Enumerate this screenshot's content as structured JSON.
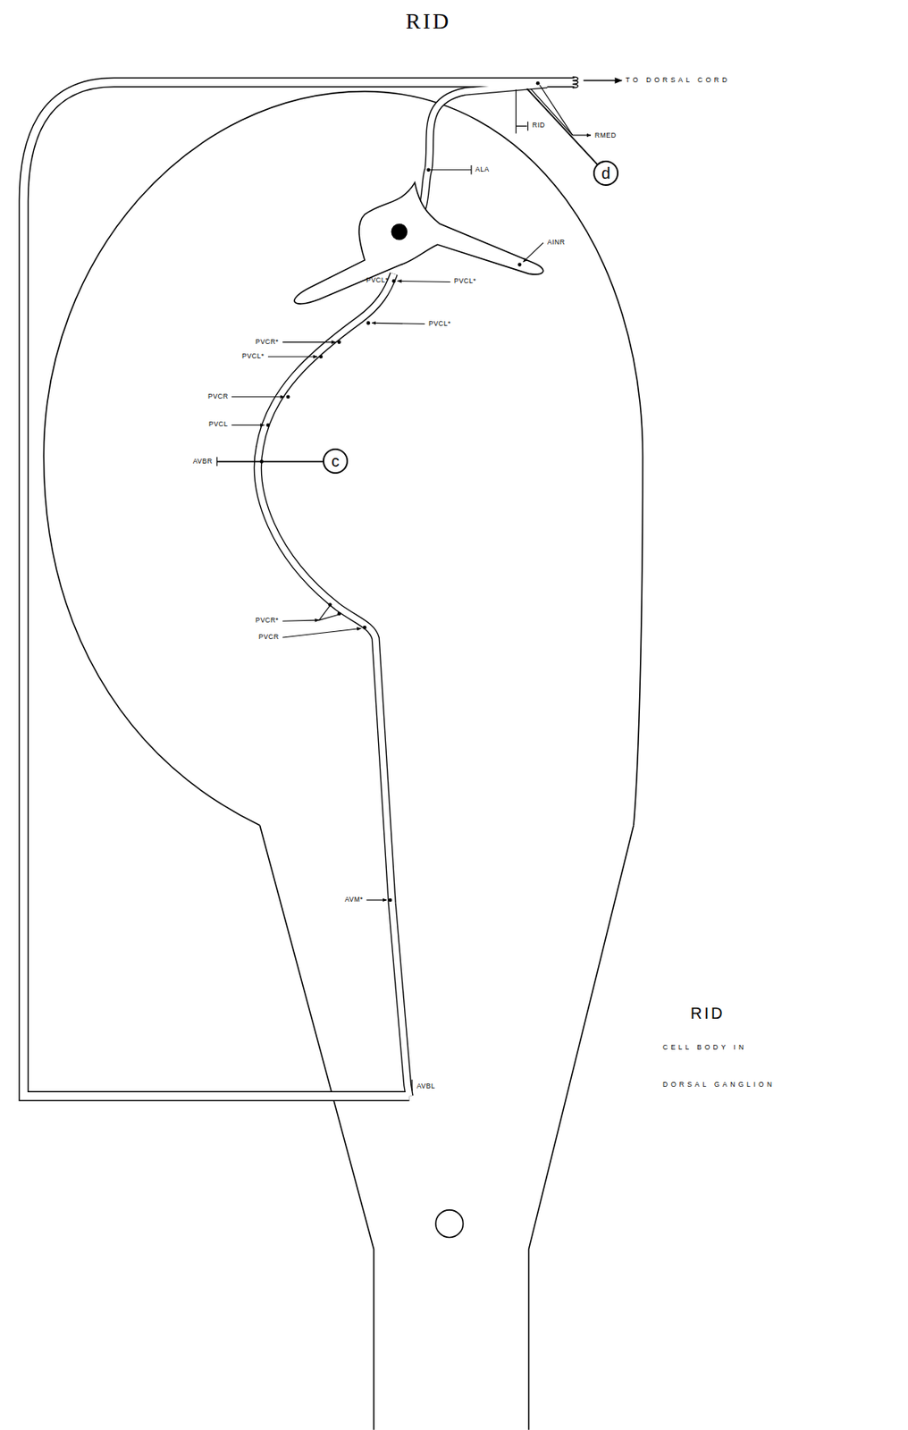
{
  "diagram": {
    "title": "RID",
    "nodes": [
      {
        "text": [
          "d"
        ]
      },
      {
        "text": [
          "c"
        ]
      }
    ],
    "labels": [
      "TO DORSAL CORD",
      "RID",
      "RMED",
      "ALA",
      "AINR",
      "PVCL*",
      "PVCL*",
      "PVCL*",
      "PVCR*",
      "PVCL*",
      "PVCR",
      "PVCL",
      "AVBR",
      "PVCR*",
      "PVCR",
      "AVM*",
      "RID",
      "CELL BODY IN",
      "AVBL",
      "DORSAL GANGLION"
    ]
  }
}
